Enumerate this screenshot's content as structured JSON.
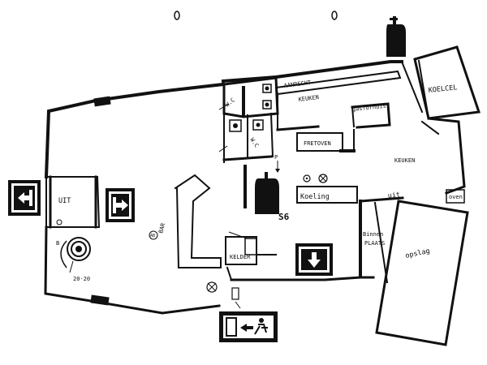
{
  "rooms": {
    "aanrecht": "AANRECHT",
    "keuken_top": "KEUKEN",
    "gasfornuis": "gasfornuis",
    "koelcel": "KOELCEL",
    "frituur": "FRETOVEN",
    "keuken_main": "KEUKEN",
    "koeling": "Koeling",
    "uit_right": "uit",
    "oven": "oven",
    "binnenplaats_1": "Binnen",
    "binnenplaats_2": "PLAATS",
    "opslag": "opslag",
    "bar": "BAR",
    "kelder": "KELDER",
    "uit_left": "UIT",
    "wc_top": "W.C",
    "wc_mid": "W.C"
  },
  "markers": {
    "s6": "S6",
    "ab": "AB",
    "reel_label": "20-20",
    "b": "B",
    "p": "P"
  },
  "colors": {
    "ink": "#111111",
    "paper": "#ffffff"
  },
  "icons": {
    "exit_left": "exit-arrow-left-icon",
    "exit_right": "exit-arrow-right-icon",
    "exit_down": "exit-arrow-down-icon",
    "exit_running": "running-man-exit-icon",
    "extinguisher": "fire-extinguisher-icon",
    "hose_reel": "fire-hose-reel-icon"
  }
}
